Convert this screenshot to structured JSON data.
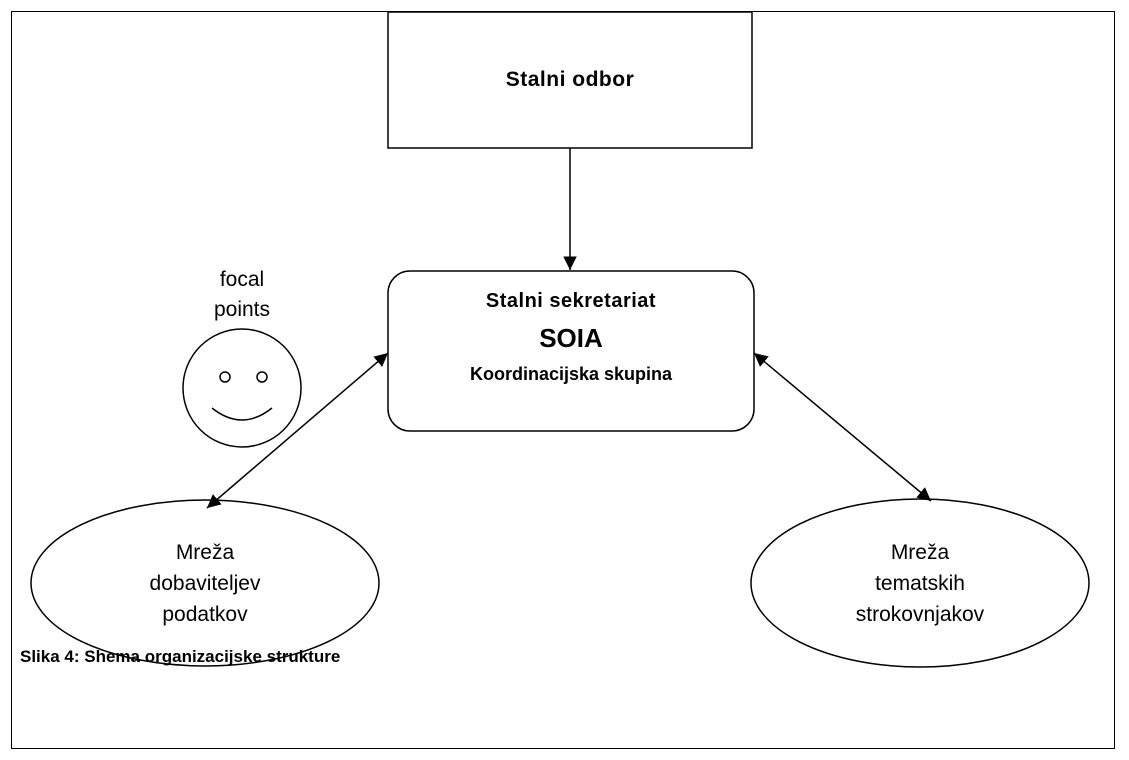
{
  "nodes": {
    "committee": {
      "label": "Stalni odbor"
    },
    "secretariat": {
      "line1": "Stalni sekretariat",
      "line2": "SOIA",
      "line3": "Koordinacijska skupina"
    },
    "data_providers": {
      "line1": "Mreža",
      "line2": "dobaviteljev",
      "line3": "podatkov"
    },
    "experts": {
      "line1": "Mreža",
      "line2": "tematskih",
      "line3": "strokovnjakov"
    }
  },
  "focal_points": {
    "line1": "focal",
    "line2": "points",
    "icon": "smiley-icon"
  },
  "caption": "Slika 4: Shema organizacijske strukture",
  "edges": [
    {
      "from": "committee",
      "to": "secretariat",
      "direction": "one-way"
    },
    {
      "from": "secretariat",
      "to": "data_providers",
      "direction": "two-way"
    },
    {
      "from": "secretariat",
      "to": "experts",
      "direction": "two-way"
    }
  ]
}
